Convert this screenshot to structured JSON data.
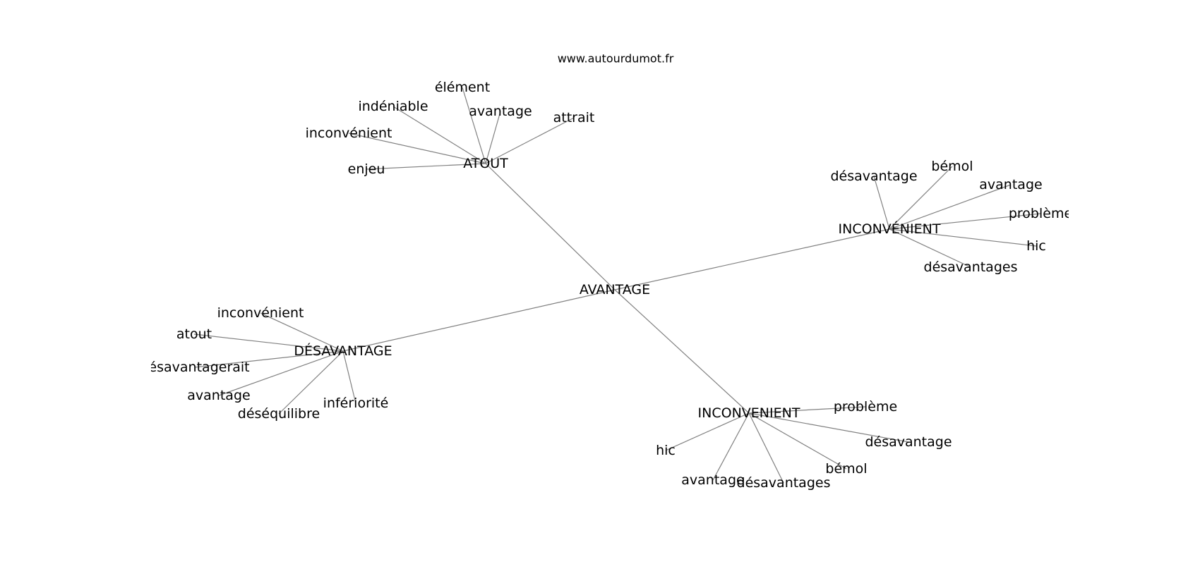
{
  "watermark": "www.autourdumot.fr",
  "colors": {
    "edge": "#808080",
    "text": "#000000",
    "background": "#ffffff"
  },
  "graph": {
    "center": "AVANTAGE",
    "nodes": [
      {
        "id": "avantage-center",
        "label": "AVANTAGE"
      },
      {
        "id": "atout-hub",
        "label": "ATOUT"
      },
      {
        "id": "inconvenient-accent-hub",
        "label": "INCONVÉNIENT"
      },
      {
        "id": "desavantage-hub",
        "label": "DÉSAVANTAGE"
      },
      {
        "id": "inconvenient-hub",
        "label": "INCONVENIENT"
      },
      {
        "id": "atout-element",
        "label": "élément"
      },
      {
        "id": "atout-indeniable",
        "label": "indéniable"
      },
      {
        "id": "atout-avantage",
        "label": "avantage"
      },
      {
        "id": "atout-attrait",
        "label": "attrait"
      },
      {
        "id": "atout-inconvenient",
        "label": "inconvénient"
      },
      {
        "id": "atout-enjeu",
        "label": "enjeu"
      },
      {
        "id": "inca-desavantage",
        "label": "désavantage"
      },
      {
        "id": "inca-bemol",
        "label": "bémol"
      },
      {
        "id": "inca-avantage",
        "label": "avantage"
      },
      {
        "id": "inca-probleme",
        "label": "problème"
      },
      {
        "id": "inca-hic",
        "label": "hic"
      },
      {
        "id": "inca-desavantages",
        "label": "désavantages"
      },
      {
        "id": "des-inconvenient",
        "label": "inconvénient"
      },
      {
        "id": "des-atout",
        "label": "atout"
      },
      {
        "id": "des-desavantagerait",
        "label": "désavantagerait"
      },
      {
        "id": "des-avantage",
        "label": "avantage"
      },
      {
        "id": "des-desequilibre",
        "label": "déséquilibre"
      },
      {
        "id": "des-inferiorite",
        "label": "infériorité"
      },
      {
        "id": "inc-probleme",
        "label": "problème"
      },
      {
        "id": "inc-desavantage",
        "label": "désavantage"
      },
      {
        "id": "inc-bemol",
        "label": "bémol"
      },
      {
        "id": "inc-desavantages",
        "label": "désavantages"
      },
      {
        "id": "inc-avantage",
        "label": "avantage"
      },
      {
        "id": "inc-hic",
        "label": "hic"
      }
    ],
    "edges": [
      [
        "avantage-center",
        "atout-hub"
      ],
      [
        "avantage-center",
        "inconvenient-accent-hub"
      ],
      [
        "avantage-center",
        "desavantage-hub"
      ],
      [
        "avantage-center",
        "inconvenient-hub"
      ],
      [
        "atout-hub",
        "atout-element"
      ],
      [
        "atout-hub",
        "atout-indeniable"
      ],
      [
        "atout-hub",
        "atout-avantage"
      ],
      [
        "atout-hub",
        "atout-attrait"
      ],
      [
        "atout-hub",
        "atout-inconvenient"
      ],
      [
        "atout-hub",
        "atout-enjeu"
      ],
      [
        "inconvenient-accent-hub",
        "inca-desavantage"
      ],
      [
        "inconvenient-accent-hub",
        "inca-bemol"
      ],
      [
        "inconvenient-accent-hub",
        "inca-avantage"
      ],
      [
        "inconvenient-accent-hub",
        "inca-probleme"
      ],
      [
        "inconvenient-accent-hub",
        "inca-hic"
      ],
      [
        "inconvenient-accent-hub",
        "inca-desavantages"
      ],
      [
        "desavantage-hub",
        "des-inconvenient"
      ],
      [
        "desavantage-hub",
        "des-atout"
      ],
      [
        "desavantage-hub",
        "des-desavantagerait"
      ],
      [
        "desavantage-hub",
        "des-avantage"
      ],
      [
        "desavantage-hub",
        "des-desequilibre"
      ],
      [
        "desavantage-hub",
        "des-inferiorite"
      ],
      [
        "inconvenient-hub",
        "inc-probleme"
      ],
      [
        "inconvenient-hub",
        "inc-desavantage"
      ],
      [
        "inconvenient-hub",
        "inc-bemol"
      ],
      [
        "inconvenient-hub",
        "inc-desavantages"
      ],
      [
        "inconvenient-hub",
        "inc-avantage"
      ],
      [
        "inconvenient-hub",
        "inc-hic"
      ]
    ]
  }
}
